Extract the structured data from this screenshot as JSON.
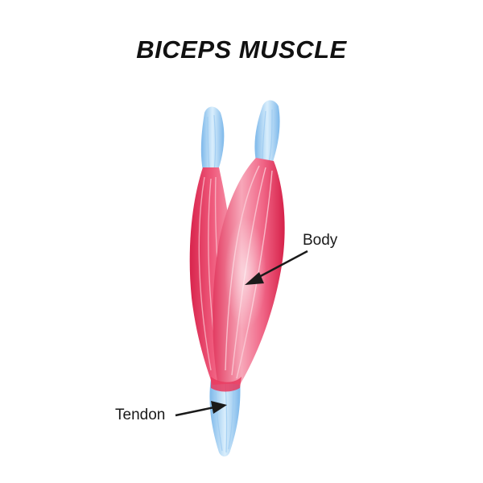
{
  "diagram": {
    "title": "BICEPS MUSCLE",
    "labels": {
      "body": "Body",
      "tendon": "Tendon"
    },
    "colors": {
      "muscle": "#e8385e",
      "muscle_light": "#f7a8b8",
      "tendon": "#8ec3ee",
      "tendon_light": "#d6ecfb",
      "arrow": "#1a1a1a"
    }
  }
}
